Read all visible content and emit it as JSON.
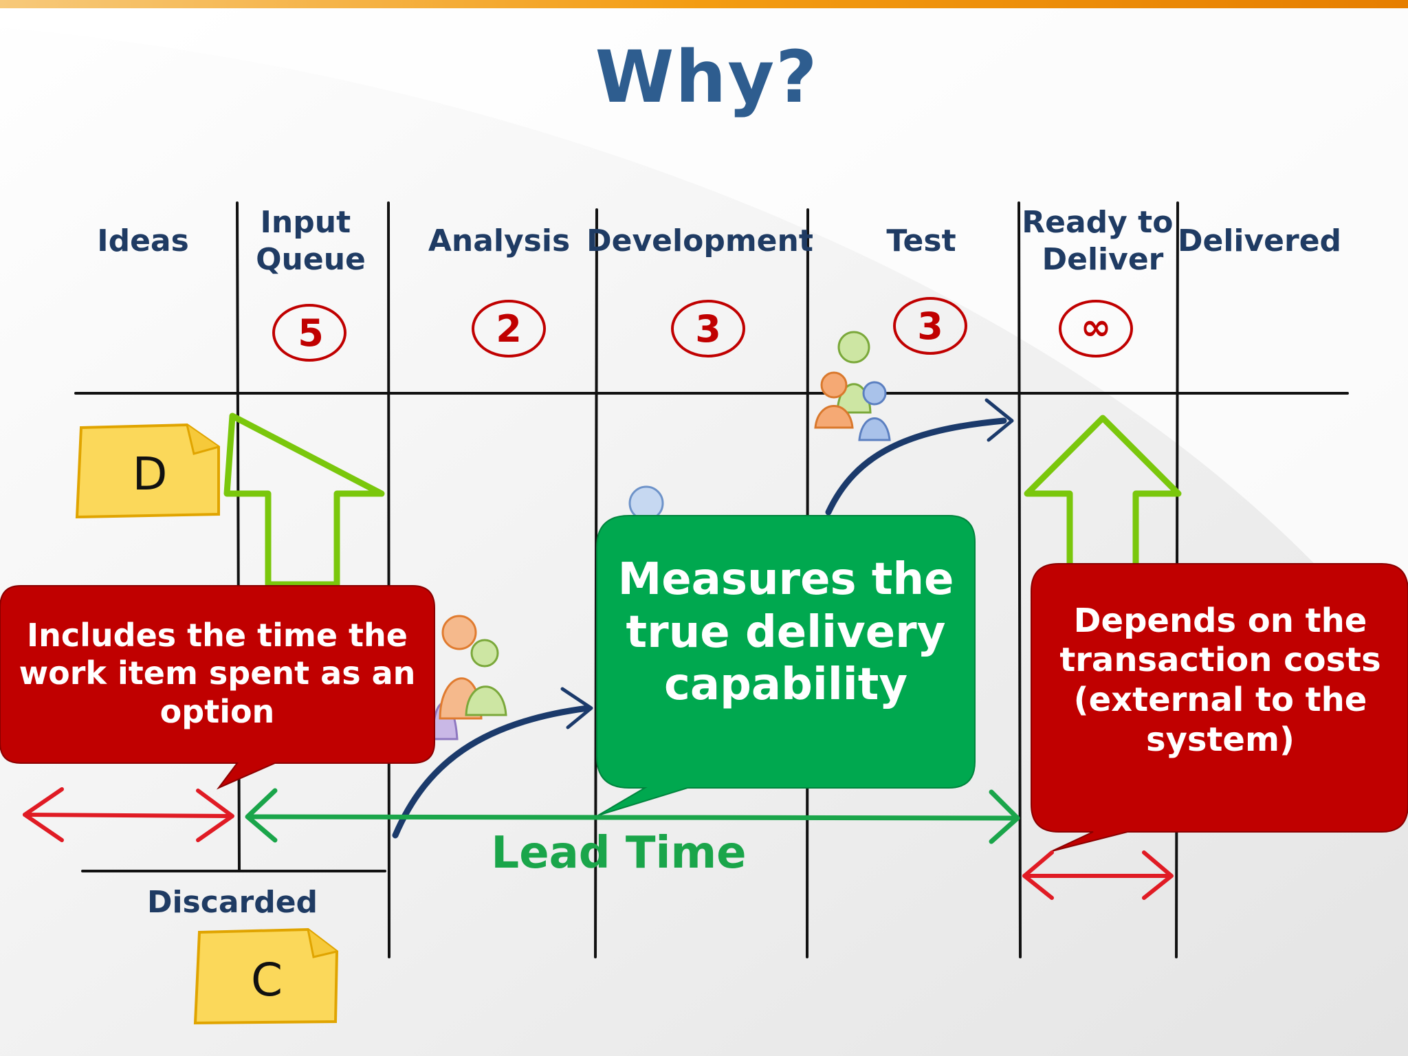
{
  "slide": {
    "title": "Why?",
    "columns": [
      {
        "name": "Ideas",
        "wip_limit": ""
      },
      {
        "name": "Input\nQueue",
        "wip_limit": "5"
      },
      {
        "name": "Analysis",
        "wip_limit": "2"
      },
      {
        "name": "Development",
        "wip_limit": "3"
      },
      {
        "name": "Test",
        "wip_limit": "3"
      },
      {
        "name": "Ready to\nDeliver",
        "wip_limit": "∞"
      },
      {
        "name": "Delivered",
        "wip_limit": ""
      }
    ],
    "discarded_label": "Discarded",
    "sticky_notes": [
      {
        "letter": "D"
      },
      {
        "letter": "C"
      }
    ],
    "lead_time_label": "Lead Time",
    "callouts": {
      "left": "Includes the time the work item spent as an option",
      "center": "Measures the true delivery capability",
      "right": "Depends on the transaction costs (external to the system)"
    }
  },
  "colors": {
    "title": "#2e5d8f",
    "ink": "#1f3b63",
    "wip_red": "#c00000",
    "callout_red": "#c00000",
    "callout_green": "#00a84f",
    "arrow_green": "#7ac70c",
    "lead_time_green": "#1aa54a",
    "sticky_yellow": "#fbd85a",
    "top_bar": "#f39c12"
  }
}
